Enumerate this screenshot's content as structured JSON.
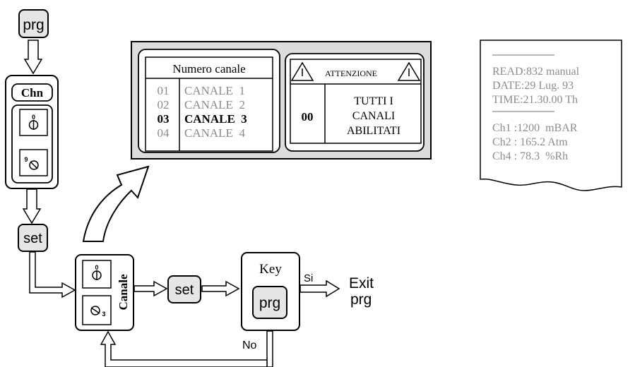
{
  "flow": {
    "top_prg_label": "prg",
    "chn_title": "Chn",
    "chn_knob_top_digit": "0",
    "chn_knob_bottom_digit": "9",
    "set1_label": "set",
    "canale_label": "Canale",
    "canale_knob_top_digit": "0",
    "canale_knob_bottom_digit": "3",
    "set2_label": "set",
    "key_title": "Key",
    "key_prg_label": "prg",
    "si_label": "Si",
    "no_label": "No",
    "exit_line1": "Exit",
    "exit_line2": "prg"
  },
  "display_panel": {
    "numero_canale_title": "Numero canale",
    "channels": [
      {
        "number": "01",
        "name": "CANALE  1",
        "selected": false
      },
      {
        "number": "02",
        "name": "CANALE  2",
        "selected": false
      },
      {
        "number": "03",
        "name": "CANALE  3",
        "selected": true
      },
      {
        "number": "04",
        "name": "CANALE  4",
        "selected": false
      }
    ],
    "attention_title": "ATTENZIONE",
    "attention_code": "00",
    "attention_msg_line1": "TUTTI I",
    "attention_msg_line2": "CANALI",
    "attention_msg_line3": "ABILITATI"
  },
  "printout": {
    "lines": [
      "READ:832 manual",
      "DATE:29 Lug. 93",
      "TIME:21.30.00 Th",
      "Ch1 :1200  mBAR",
      "Ch2 : 165.2 Atm",
      "Ch4 : 78.3  %Rh"
    ]
  },
  "colors": {
    "ink": "#000000",
    "key_fill": "#e6e6e6",
    "panel_fill": "#dcdcdc",
    "display_text_gray": "#8c8c8c"
  }
}
